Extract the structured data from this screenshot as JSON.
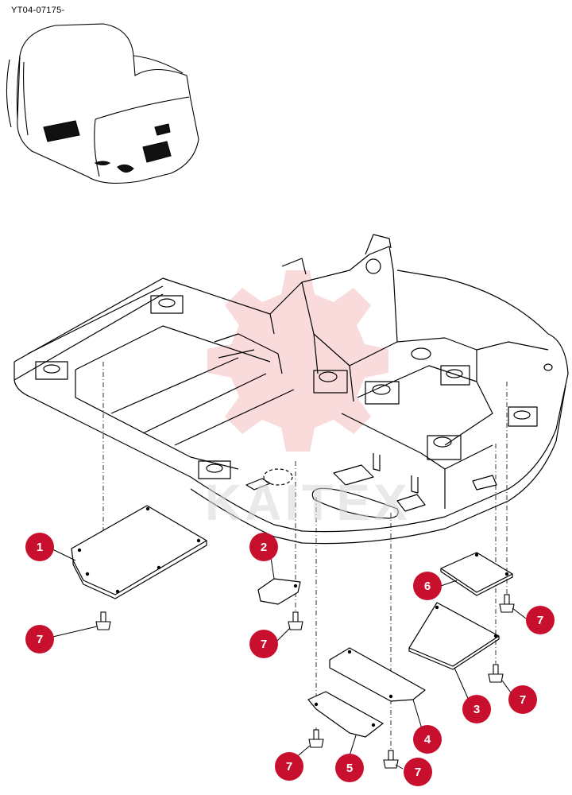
{
  "reference_code": "YT04-07175-",
  "watermark": {
    "text": "KAITEX"
  },
  "callouts": [
    {
      "id": "c1",
      "label": "1"
    },
    {
      "id": "c2",
      "label": "2"
    },
    {
      "id": "c3",
      "label": "3"
    },
    {
      "id": "c4",
      "label": "4"
    },
    {
      "id": "c5",
      "label": "5"
    },
    {
      "id": "c6",
      "label": "6"
    },
    {
      "id": "c7a",
      "label": "7"
    },
    {
      "id": "c7b",
      "label": "7"
    },
    {
      "id": "c7c",
      "label": "7"
    },
    {
      "id": "c7d",
      "label": "7"
    },
    {
      "id": "c7e",
      "label": "7"
    },
    {
      "id": "c7f",
      "label": "7"
    }
  ],
  "colors": {
    "callout": "#c8102e",
    "line": "#000000",
    "watermark": "#e53935"
  }
}
